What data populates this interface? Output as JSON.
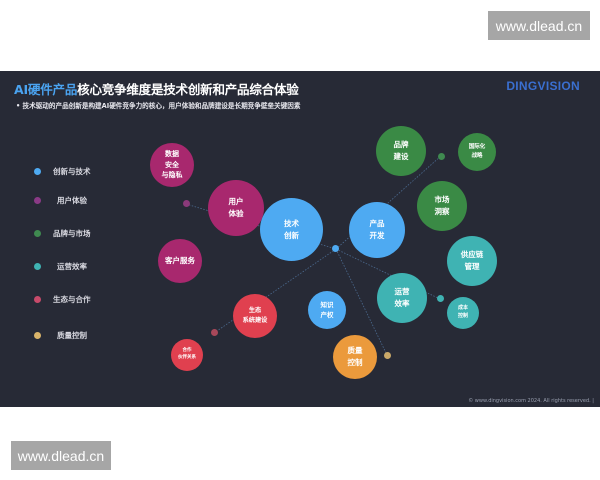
{
  "watermark": {
    "text": "www.dlead.cn"
  },
  "header": {
    "title_accent": "AI硬件产品",
    "title_rest": "核心竞争维度是技术创新和产品综合体验",
    "logo": "DINGVISION",
    "subtitle": "•  技术驱动的产品创新是构建AI硬件竞争力的核心，用户体验和品牌建设是长期竞争壁垒关键因素"
  },
  "colors": {
    "background": "#272a36",
    "tech": "#4eaaf2",
    "user": "#a8286e",
    "brand": "#3a8a45",
    "ops": "#3fb3b3",
    "eco": "#e0404f",
    "quality": "#eb9a3c"
  },
  "legend": [
    {
      "label": "创新与技术",
      "color": "#4eaaf2"
    },
    {
      "label": "用户体验",
      "color": "#8a3a86"
    },
    {
      "label": "品牌与市场",
      "color": "#3f8a50"
    },
    {
      "label": "运营效率",
      "color": "#3fb3b3"
    },
    {
      "label": "生态与合作",
      "color": "#c74a6a"
    },
    {
      "label": "质量控制",
      "color": "#d9b46a"
    }
  ],
  "bubbles": [
    {
      "id": "data-security",
      "label": "数据\n安全\n与隐私",
      "category": "用户体验"
    },
    {
      "id": "user-experience",
      "label": "用户\n体验",
      "category": "用户体验"
    },
    {
      "id": "customer-service",
      "label": "客户服务",
      "category": "用户体验"
    },
    {
      "id": "tech-innovation",
      "label": "技术\n创新",
      "category": "创新与技术"
    },
    {
      "id": "product-dev",
      "label": "产品\n开发",
      "category": "创新与技术"
    },
    {
      "id": "ip",
      "label": "知识\n产权",
      "category": "创新与技术"
    },
    {
      "id": "brand-building",
      "label": "品牌\n建设",
      "category": "品牌与市场"
    },
    {
      "id": "internationalization",
      "label": "国际化\n战略",
      "category": "品牌与市场"
    },
    {
      "id": "market-insight",
      "label": "市场\n洞察",
      "category": "品牌与市场"
    },
    {
      "id": "supply-chain",
      "label": "供应链\n管理",
      "category": "运营效率"
    },
    {
      "id": "ops-efficiency",
      "label": "运营\n效率",
      "category": "运营效率"
    },
    {
      "id": "cost-control",
      "label": "成本\n控制",
      "category": "运营效率"
    },
    {
      "id": "eco-building",
      "label": "生态\n系统建设",
      "category": "生态与合作"
    },
    {
      "id": "partnership",
      "label": "合作\n伙伴关系",
      "category": "生态与合作"
    },
    {
      "id": "quality-control",
      "label": "质量\n控制",
      "category": "质量控制"
    }
  ],
  "footer": {
    "text": "© www.dingvision.com 2024. All rights reserved. |"
  }
}
